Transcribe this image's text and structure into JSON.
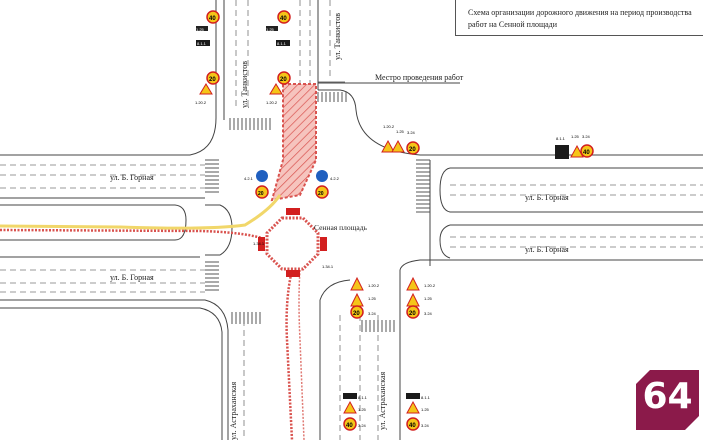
{
  "title": {
    "line1": "Схема организации дорожного движения на период производства",
    "line2": "работ на Сенной площади"
  },
  "labels": {
    "tankistov_top": "ул. Танкистов",
    "tankistov_left": "ул. Танкистов",
    "worksite": "Местро проведения работ",
    "gornaya_1": "ул. Б. Горная",
    "gornaya_2": "ул. Б. Горная",
    "gornaya_3": "ул. Б. Горная",
    "gornaya_4": "ул. Б. Горная",
    "astrakhanskaya_1": "ул. Астраханская",
    "astrakhanskaya_2": "ул. Астраханская",
    "square": "Сенная площадь"
  },
  "sign_codes": {
    "s_1_25": "1.25",
    "s_3_24": "3.24",
    "s_1_20_2": "1.20.2",
    "s_8_1_1": "8.1.1",
    "s_4_2_1": "4.2.1",
    "s_4_2_2": "4.2.2",
    "s_1_34_1": "1.34.1"
  },
  "speed_limits": {
    "forty": "40",
    "twenty": "20"
  },
  "badge": {
    "text": "64",
    "color": "#8b1a4a"
  },
  "colors": {
    "road": "#444444",
    "marking": "#777777",
    "closure_red": "#d9534f",
    "closure_fill": "#f4b6b0",
    "detour_yellow": "#f1d76a",
    "sign_yellow": "#f5c518",
    "sign_red": "#d21f1f",
    "sign_blue": "#1f5fbf"
  }
}
